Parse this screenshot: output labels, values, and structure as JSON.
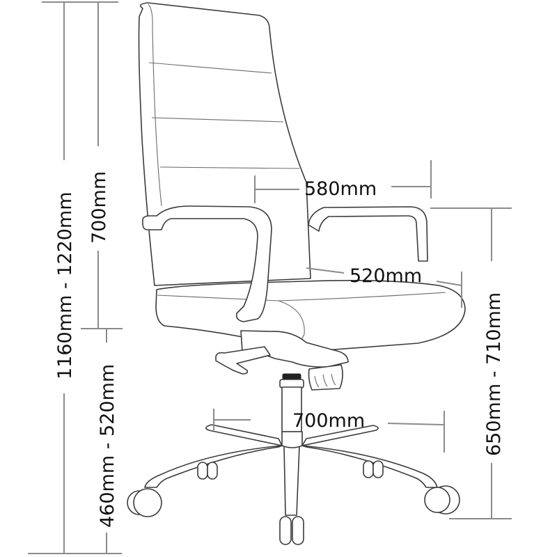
{
  "diagram": {
    "subject": "Office chair dimensions",
    "colors": {
      "line": "#3a3a3a",
      "dimension_line": "#8a8a8a",
      "text": "#111111",
      "background": "#ffffff"
    }
  },
  "dimensions": {
    "overall_height": {
      "label": "1160mm - 1220mm",
      "orientation": "vertical"
    },
    "backrest_height": {
      "label": "700mm",
      "orientation": "vertical"
    },
    "seat_height": {
      "label": "460mm - 520mm",
      "orientation": "vertical"
    },
    "backrest_width": {
      "label": "580mm",
      "orientation": "horizontal"
    },
    "seat_depth": {
      "label": "520mm",
      "orientation": "horizontal"
    },
    "base_width": {
      "label": "700mm",
      "orientation": "horizontal"
    },
    "armrest_height": {
      "label": "650mm - 710mm",
      "orientation": "vertical"
    }
  }
}
